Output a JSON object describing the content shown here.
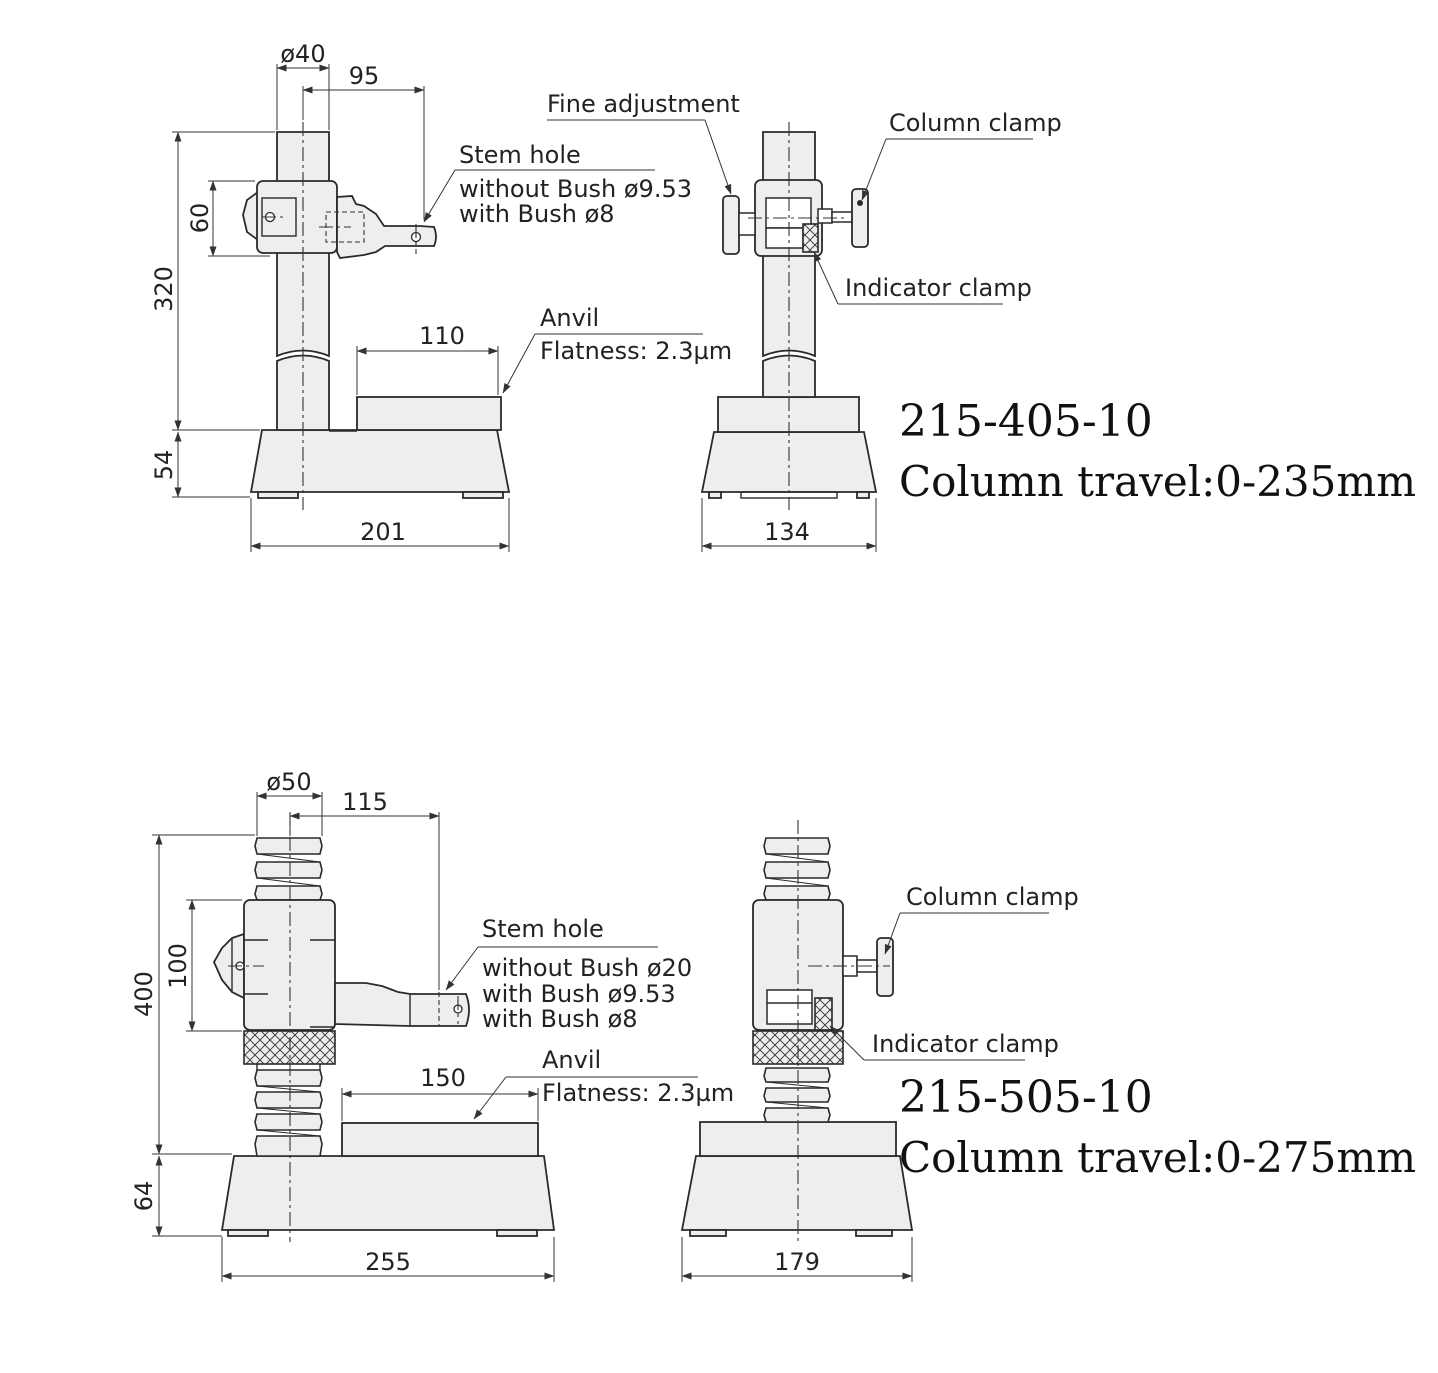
{
  "colors": {
    "line": "#2a2a2a",
    "fill": "#eeeeee",
    "background": "#ffffff"
  },
  "stand1": {
    "model": "215-405-10",
    "travel": "Column travel:0-235mm",
    "dims": {
      "dia": "ø40",
      "reach": "95",
      "clamp_h": "60",
      "height": "320",
      "base_h": "54",
      "base_w": "201",
      "anvil_w": "110",
      "side_w": "134"
    },
    "labels": {
      "stem_hole": "Stem hole",
      "stem_without": "without Bush ø9.53",
      "stem_with": "with Bush ø8",
      "anvil": "Anvil",
      "flatness": "Flatness: 2.3µm",
      "fine_adjustment": "Fine adjustment",
      "column_clamp": "Column clamp",
      "indicator_clamp": "Indicator clamp"
    }
  },
  "stand2": {
    "model": "215-505-10",
    "travel": "Column travel:0-275mm",
    "dims": {
      "dia": "ø50",
      "reach": "115",
      "clamp_h": "100",
      "height": "400",
      "base_h": "64",
      "base_w": "255",
      "anvil_w": "150",
      "side_w": "179"
    },
    "labels": {
      "stem_hole": "Stem hole",
      "stem_without": "without Bush ø20",
      "stem_with_953": "with Bush ø9.53",
      "stem_with_8": "with Bush ø8",
      "anvil": "Anvil",
      "flatness": "Flatness: 2.3µm",
      "column_clamp": "Column clamp",
      "indicator_clamp": "Indicator clamp"
    }
  }
}
